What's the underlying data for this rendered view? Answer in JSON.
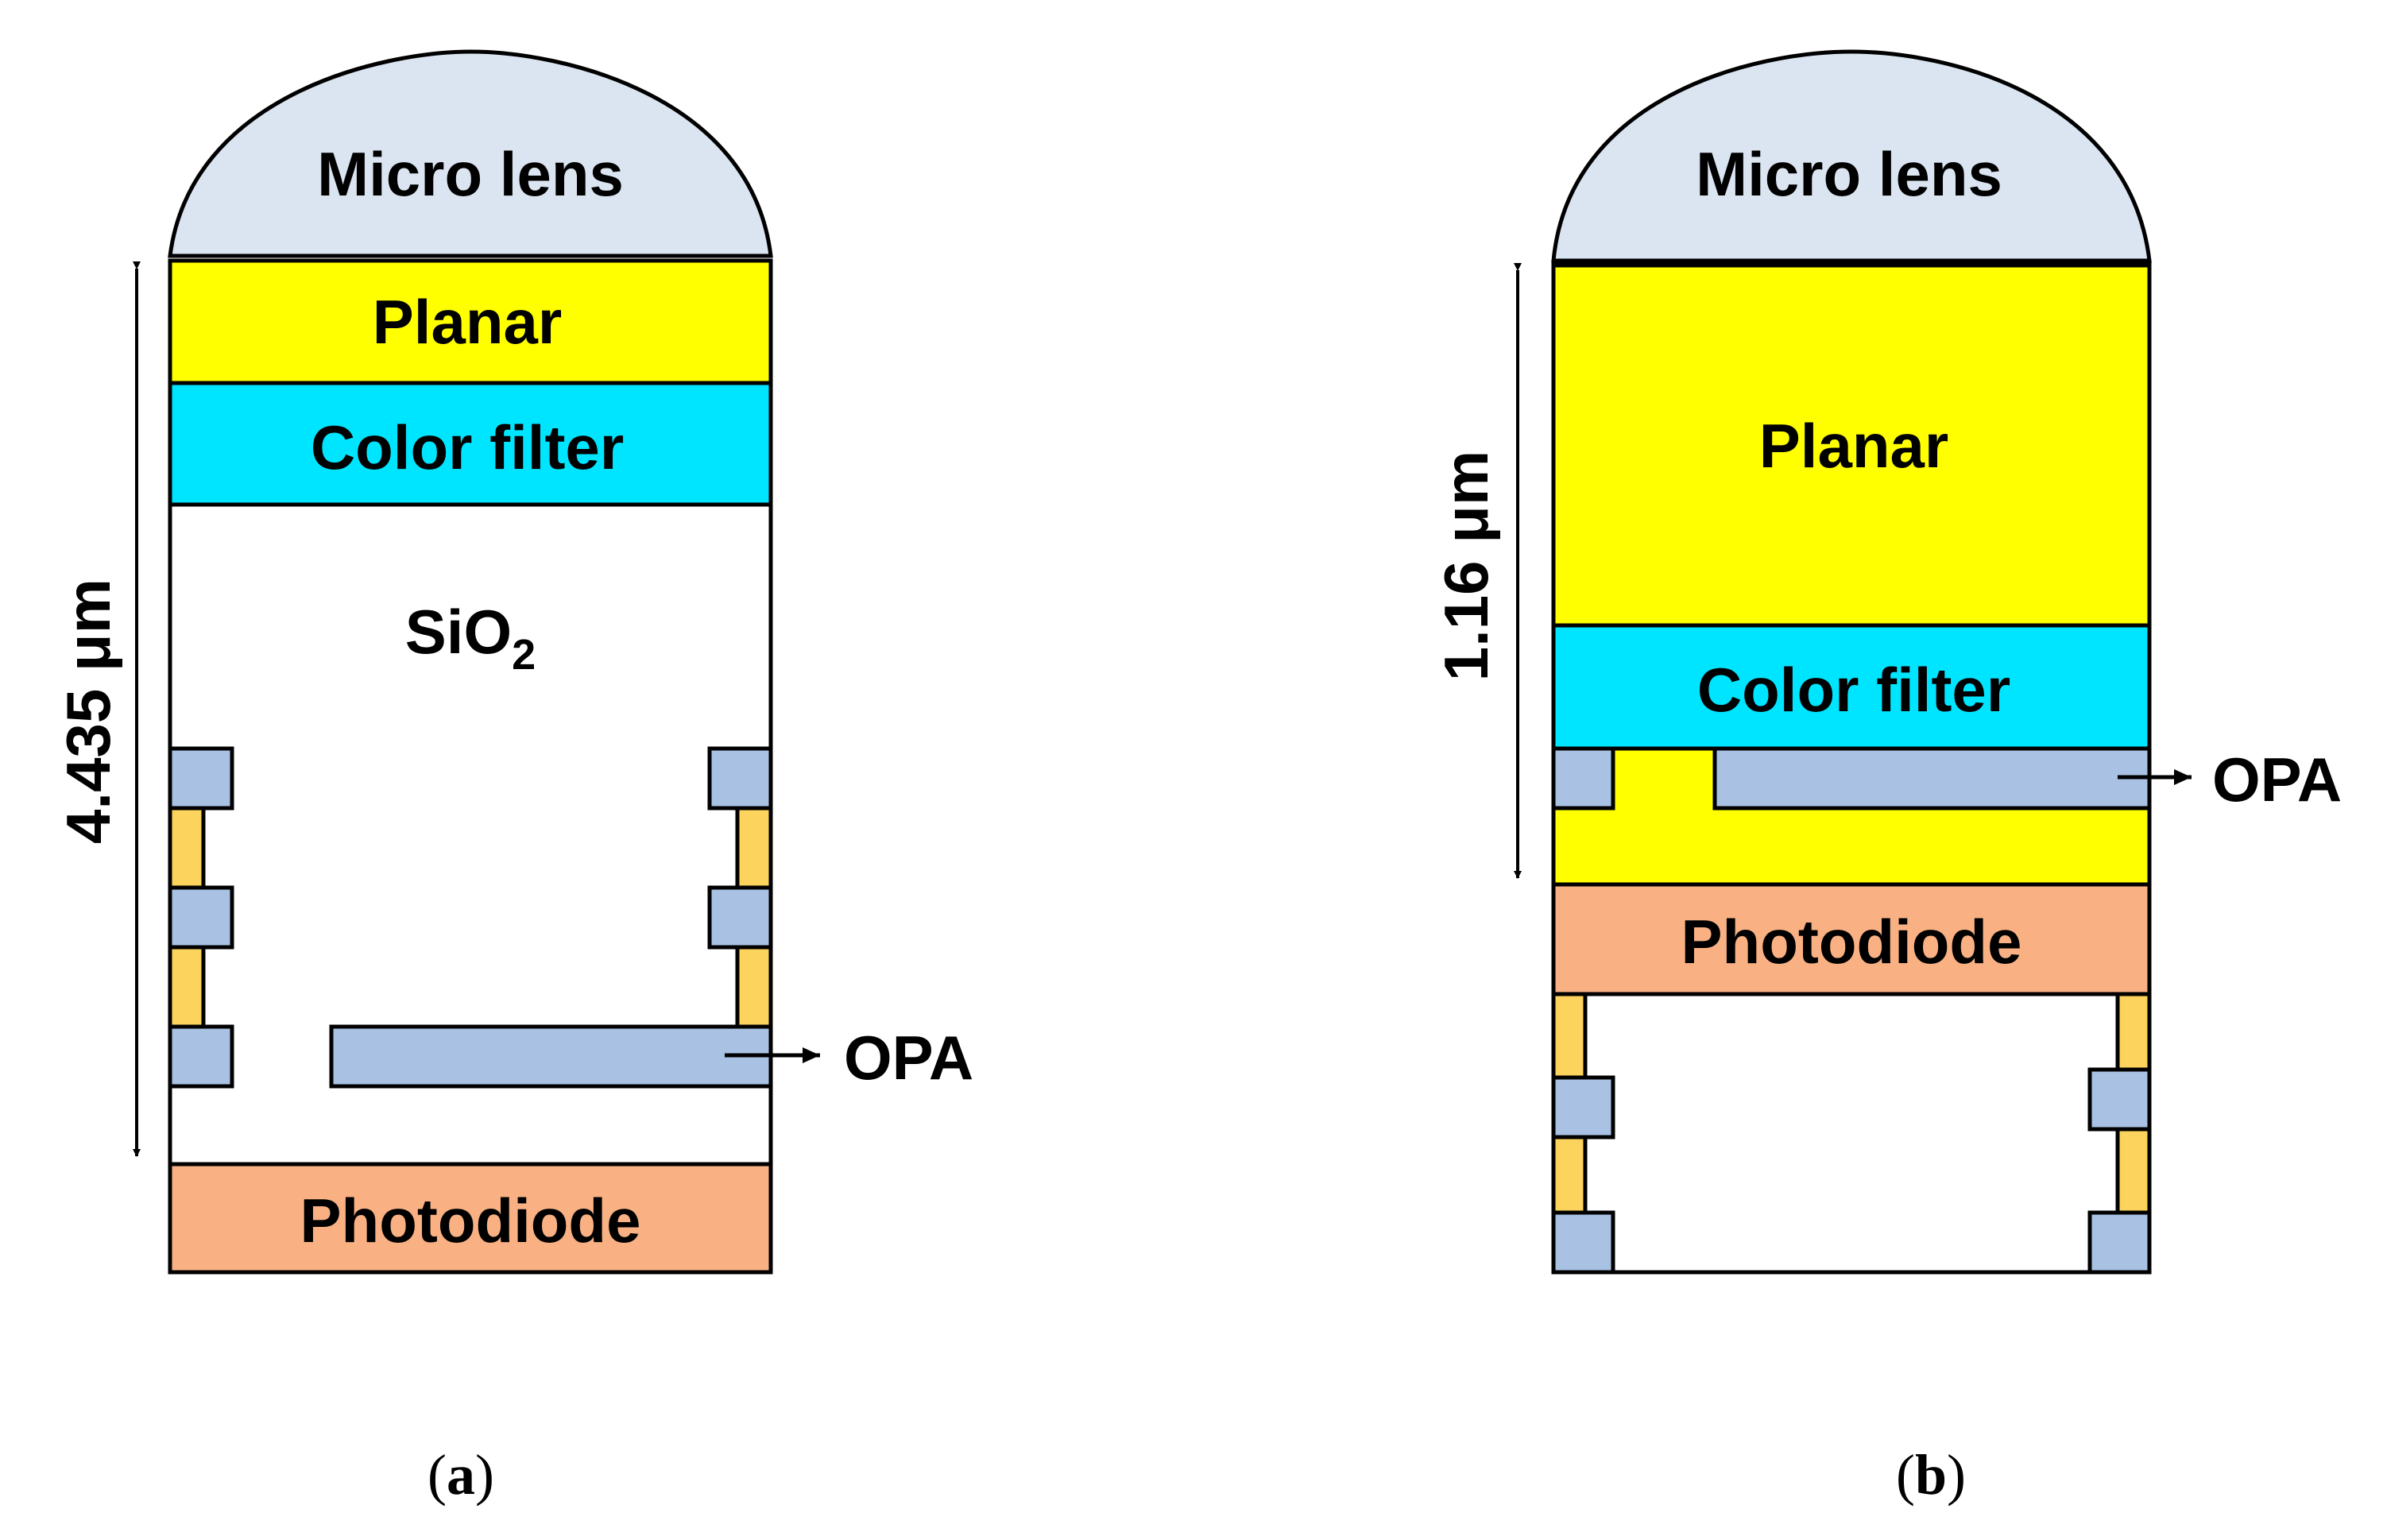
{
  "colors": {
    "micro_lens": "#dbe5f1",
    "planar": "#ffff00",
    "color_filter": "#00e5ff",
    "photodiode": "#f9b183",
    "metal_blue": "#a9c2e4",
    "via_gold": "#fcd35c",
    "outline": "#000000"
  },
  "panel_a": {
    "micro_lens": "Micro lens",
    "planar": "Planar",
    "color_filter": "Color filter",
    "sio2": {
      "base": "SiO",
      "subscript": "2"
    },
    "opa": "OPA",
    "photodiode": "Photodiode",
    "dimension": "4.435 μm",
    "caption": {
      "open": "(",
      "letter": "a",
      "close": ")"
    }
  },
  "panel_b": {
    "micro_lens": "Micro lens",
    "planar": "Planar",
    "color_filter": "Color filter",
    "opa": "OPA",
    "photodiode": "Photodiode",
    "dimension": "1.16 μm",
    "caption": {
      "open": "(",
      "letter": "b",
      "close": ")"
    }
  }
}
